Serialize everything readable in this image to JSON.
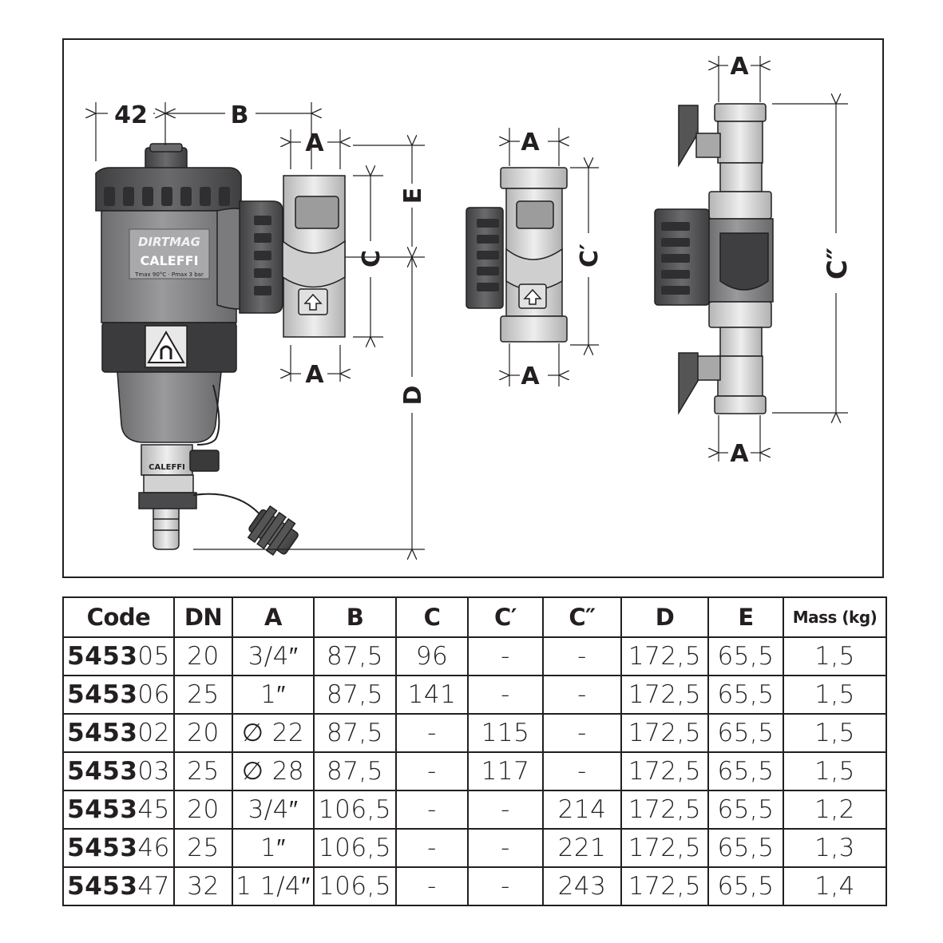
{
  "figure": {
    "dims": {
      "left_offset": "42",
      "b": "B",
      "a": "A",
      "c": "C",
      "c_prime": "C′",
      "c_dbl": "C″",
      "d": "D",
      "e": "E"
    },
    "labels": {
      "brand_logo": "DIRTMAG",
      "brand_name": "CALEFFI",
      "body_specs": "Tmax 90°C · Pmax 3 bar",
      "valve_brand": "CALEFFI"
    },
    "colors": {
      "body_gray": "#8a8a8c",
      "cap_dark": "#4d4d4f",
      "brass": "#d4d4d4",
      "line": "#231f20"
    }
  },
  "table": {
    "headers": [
      "Code",
      "DN",
      "A",
      "B",
      "C",
      "C′",
      "C″",
      "D",
      "E",
      "Mass (kg)"
    ],
    "rows": [
      {
        "code_bold": "5453",
        "code_tail": "05",
        "cells": [
          "20",
          "3/4″",
          "87,5",
          "96",
          "-",
          "-",
          "172,5",
          "65,5",
          "1,5"
        ]
      },
      {
        "code_bold": "5453",
        "code_tail": "06",
        "cells": [
          "25",
          "1″",
          "87,5",
          "141",
          "-",
          "-",
          "172,5",
          "65,5",
          "1,5"
        ]
      },
      {
        "code_bold": "5453",
        "code_tail": "02",
        "cells": [
          "20",
          "∅ 22",
          "87,5",
          "-",
          "115",
          "-",
          "172,5",
          "65,5",
          "1,5"
        ]
      },
      {
        "code_bold": "5453",
        "code_tail": "03",
        "cells": [
          "25",
          "∅ 28",
          "87,5",
          "-",
          "117",
          "-",
          "172,5",
          "65,5",
          "1,5"
        ]
      },
      {
        "code_bold": "5453",
        "code_tail": "45",
        "cells": [
          "20",
          "3/4″",
          "106,5",
          "-",
          "-",
          "214",
          "172,5",
          "65,5",
          "1,2"
        ]
      },
      {
        "code_bold": "5453",
        "code_tail": "46",
        "cells": [
          "25",
          "1″",
          "106,5",
          "-",
          "-",
          "221",
          "172,5",
          "65,5",
          "1,3"
        ]
      },
      {
        "code_bold": "5453",
        "code_tail": "47",
        "cells": [
          "32",
          "1 1/4″",
          "106,5",
          "-",
          "-",
          "243",
          "172,5",
          "65,5",
          "1,4"
        ]
      }
    ]
  }
}
